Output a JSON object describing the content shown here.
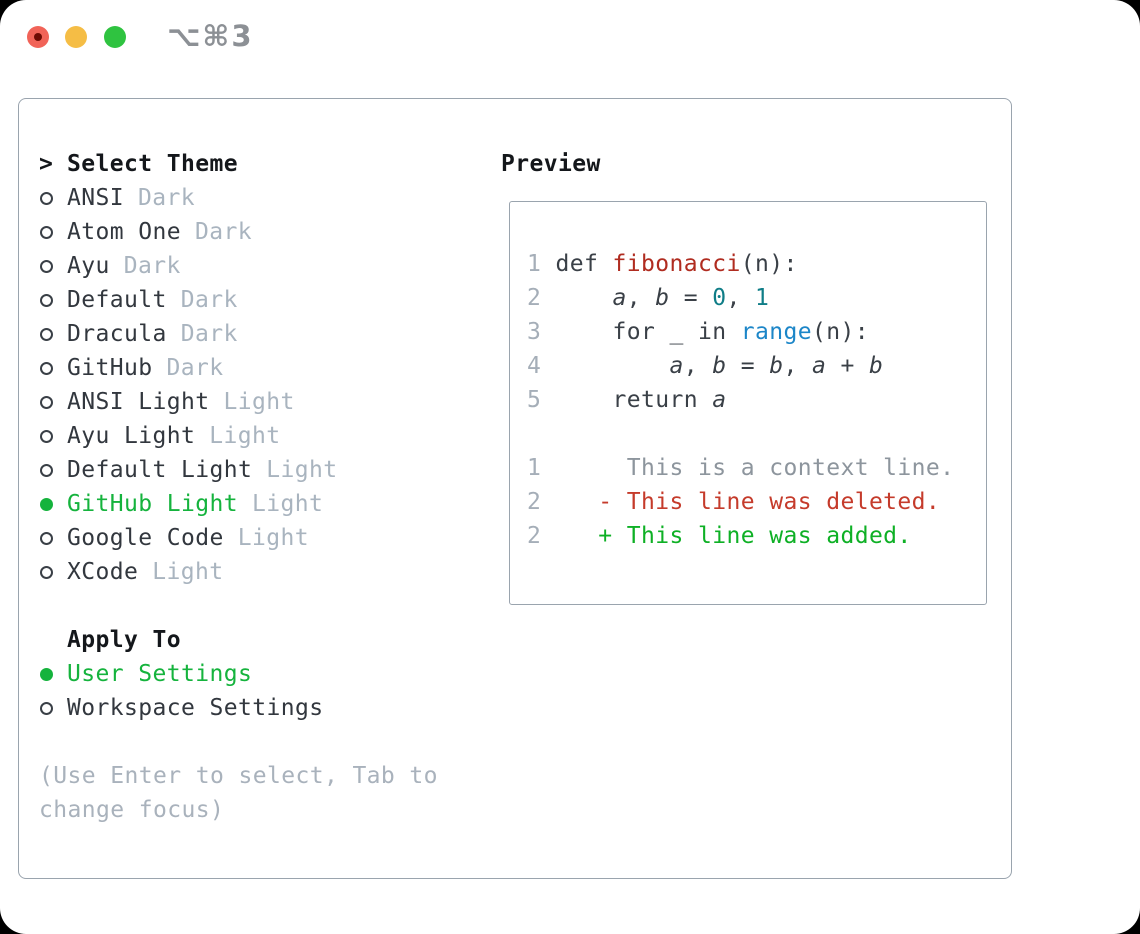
{
  "window": {
    "title_shortcut": "⌥⌘3",
    "traffic_lights": [
      "close",
      "minimize",
      "zoom"
    ]
  },
  "theme_selector": {
    "prompt": ">",
    "title": "Select Theme",
    "themes": [
      {
        "name": "ANSI",
        "variant": "Dark",
        "selected": false
      },
      {
        "name": "Atom One",
        "variant": "Dark",
        "selected": false
      },
      {
        "name": "Ayu",
        "variant": "Dark",
        "selected": false
      },
      {
        "name": "Default",
        "variant": "Dark",
        "selected": false
      },
      {
        "name": "Dracula",
        "variant": "Dark",
        "selected": false
      },
      {
        "name": "GitHub",
        "variant": "Dark",
        "selected": false
      },
      {
        "name": "ANSI Light",
        "variant": "Light",
        "selected": false
      },
      {
        "name": "Ayu Light",
        "variant": "Light",
        "selected": false
      },
      {
        "name": "Default Light",
        "variant": "Light",
        "selected": false
      },
      {
        "name": "GitHub Light",
        "variant": "Light",
        "selected": true
      },
      {
        "name": "Google Code",
        "variant": "Light",
        "selected": false
      },
      {
        "name": "XCode",
        "variant": "Light",
        "selected": false
      }
    ]
  },
  "preview": {
    "title": "Preview",
    "lines": [
      {
        "segments": [
          [
            "1 ",
            "ln"
          ],
          [
            "def ",
            "code"
          ],
          [
            "fibonacci",
            "fn"
          ],
          [
            "(n):",
            "code"
          ]
        ]
      },
      {
        "segments": [
          [
            "2 ",
            "ln"
          ],
          [
            "    ",
            "code"
          ],
          [
            "a",
            "var"
          ],
          [
            ", ",
            "code"
          ],
          [
            "b",
            "var"
          ],
          [
            " = ",
            "code"
          ],
          [
            "0",
            "num"
          ],
          [
            ", ",
            "code"
          ],
          [
            "1",
            "num"
          ]
        ]
      },
      {
        "segments": [
          [
            "3 ",
            "ln"
          ],
          [
            "    for _ in ",
            "code"
          ],
          [
            "range",
            "builtin"
          ],
          [
            "(n):",
            "code"
          ]
        ]
      },
      {
        "segments": [
          [
            "4 ",
            "ln"
          ],
          [
            "        ",
            "code"
          ],
          [
            "a",
            "var"
          ],
          [
            ", ",
            "code"
          ],
          [
            "b",
            "var"
          ],
          [
            " = ",
            "code"
          ],
          [
            "b",
            "var"
          ],
          [
            ", ",
            "code"
          ],
          [
            "a",
            "var"
          ],
          [
            " + ",
            "code"
          ],
          [
            "b",
            "var"
          ]
        ]
      },
      {
        "segments": [
          [
            "5 ",
            "ln"
          ],
          [
            "    return ",
            "code"
          ],
          [
            "a",
            "var"
          ]
        ]
      },
      {
        "segments": []
      },
      {
        "segments": [
          [
            "1 ",
            "ln"
          ],
          [
            "     This is a context line.",
            "ctx"
          ]
        ]
      },
      {
        "segments": [
          [
            "2 ",
            "ln"
          ],
          [
            "   - This line was deleted.",
            "del"
          ]
        ]
      },
      {
        "segments": [
          [
            "2 ",
            "ln"
          ],
          [
            "   + This line was added.",
            "add"
          ]
        ]
      }
    ]
  },
  "apply_to": {
    "title": "Apply To",
    "options": [
      {
        "label": "User Settings",
        "selected": true
      },
      {
        "label": "Workspace Settings",
        "selected": false
      }
    ]
  },
  "hint": "(Use Enter to select, Tab to change focus)",
  "colors": {
    "selection_green": "#15b33d",
    "diff_added_green": "#0eb025",
    "diff_deleted_red": "#c53b2b",
    "syntax_function_red": "#b02c20",
    "syntax_number_teal": "#0f7d87",
    "syntax_builtin_blue": "#1c86c8",
    "text_dark": "#32373e",
    "text_muted": "#a9b4bf",
    "panel_border": "#9aa4ae",
    "traffic_red": "#f16358",
    "traffic_yellow": "#f5bd45",
    "traffic_green": "#2fc340"
  }
}
